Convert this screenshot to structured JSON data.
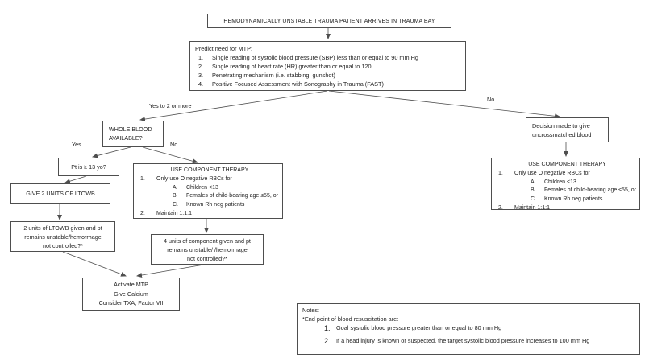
{
  "flowchart": {
    "top": {
      "text": "HEMODYNAMICALLY UNSTABLE TRAUMA PATIENT ARRIVES IN TRAUMA BAY"
    },
    "predict": {
      "title": "Predict need for MTP:",
      "items": [
        {
          "num": "1.",
          "text": "Single reading of systolic blood pressure (SBP) less than or equal to 90 mm Hg"
        },
        {
          "num": "2.",
          "text": "Single reading of heart rate (HR) greater than or equal to 120"
        },
        {
          "num": "3.",
          "text": "Penetrating mechanism (i.e. stabbing, gunshot)"
        },
        {
          "num": "4.",
          "text": "Positive Focused Assessment with Sonography in Trauma (FAST)"
        }
      ]
    },
    "edge_labels": {
      "yes_to_2_or_more": "Yes to 2 or more",
      "no_uncrossmatched": "No",
      "yes_whole_blood": "Yes",
      "no_whole_blood": "No"
    },
    "whole_blood": {
      "lines": [
        "WHOLE BLOOD",
        "AVAILABLE?"
      ]
    },
    "pt_age": {
      "text": "Pt is ≥ 13 yo?"
    },
    "give_ltowb": {
      "text": "GIVE 2 UNITS OF LTOWB"
    },
    "ltowb_outcome": {
      "lines": [
        "2 units of LTOWB given and pt",
        "remains unstable/hemorrhage",
        "not controlled?*"
      ]
    },
    "component_whole_blood_no": {
      "title": "USE COMPONENT THERAPY",
      "item1_num": "1.",
      "item1": "Only use O negative RBCs for",
      "subs": [
        {
          "letter": "A.",
          "text": "Children <13"
        },
        {
          "letter": "B.",
          "text": "Females of child-bearing age ≤55, or"
        },
        {
          "letter": "C.",
          "text": "Known Rh neg patients"
        }
      ],
      "item2_num": "2.",
      "item2": "Maintain 1:1:1"
    },
    "component_outcome": {
      "lines": [
        "4 units of component given and pt",
        "remains unstable/ /hemorrhage",
        "not controlled?*"
      ]
    },
    "activate": {
      "lines": [
        "Activate MTP",
        "Give Calcium",
        "Consider TXA, Factor VII"
      ]
    },
    "decision": {
      "lines": [
        "Decision made to give",
        "uncrossmatched blood"
      ]
    },
    "component_uncrossmatched": {
      "title": "USE COMPONENT THERAPY",
      "item1_num": "1.",
      "item1": "Only use O negative RBCs for",
      "subs": [
        {
          "letter": "A.",
          "text": "Children <13"
        },
        {
          "letter": "B.",
          "text": "Females of child-bearing age ≤55, or"
        },
        {
          "letter": "C.",
          "text": "Known Rh neg patients"
        }
      ],
      "item2_num": "2.",
      "item2": "Maintain 1:1:1"
    },
    "notes": {
      "title": "Notes:",
      "intro": "*End point of blood resuscitation are:",
      "items": [
        {
          "num": "1.",
          "text": "Goal systolic blood pressure greater than or equal to 80 mm Hg"
        },
        {
          "num": "2.",
          "text": "If a head injury is known or suspected, the target systolic blood pressure increases to 100 mm Hg"
        }
      ]
    },
    "line_color": "#4e4e4e"
  }
}
